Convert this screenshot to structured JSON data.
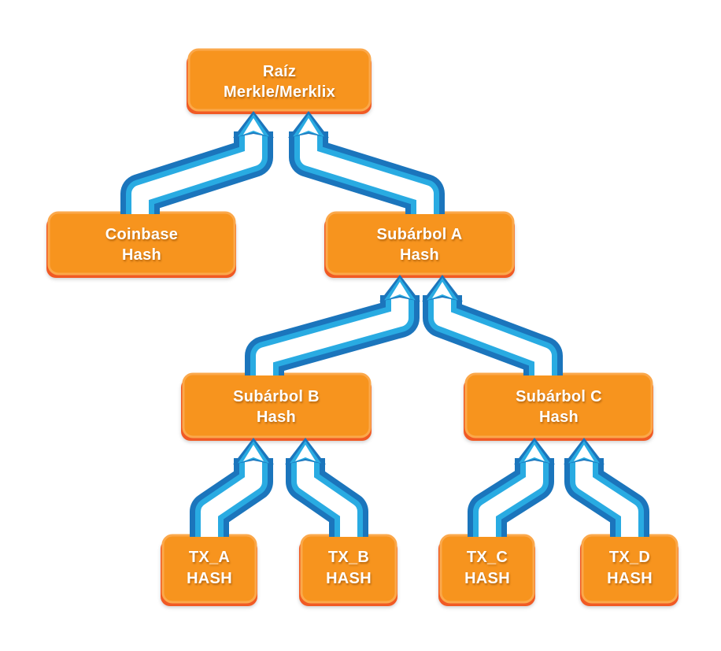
{
  "diagram": {
    "background": "#FFFFFF",
    "colors": {
      "node_fill": "#F7941E",
      "node_highlight": "#FBA84B",
      "node_shadow": "#F15A24",
      "arrow_outline": "#1B75BC",
      "arrow_inner": "#29ABE2",
      "arrow_core": "#FFFFFF",
      "label_color": "#FFFFFF"
    },
    "nodes": {
      "root": {
        "line1": "Raíz",
        "line2": "Merkle/Merklix"
      },
      "coinbase": {
        "line1": "Coinbase",
        "line2": "Hash"
      },
      "sub_a": {
        "line1": "Subárbol A",
        "line2": "Hash"
      },
      "sub_b": {
        "line1": "Subárbol B",
        "line2": "Hash"
      },
      "sub_c": {
        "line1": "Subárbol C",
        "line2": "Hash"
      },
      "tx_a": {
        "line1": "TX_A",
        "line2": "HASH"
      },
      "tx_b": {
        "line1": "TX_B",
        "line2": "HASH"
      },
      "tx_c": {
        "line1": "TX_C",
        "line2": "HASH"
      },
      "tx_d": {
        "line1": "TX_D",
        "line2": "HASH"
      }
    },
    "edges": [
      {
        "from": "coinbase",
        "to": "root"
      },
      {
        "from": "sub_a",
        "to": "root"
      },
      {
        "from": "sub_b",
        "to": "sub_a"
      },
      {
        "from": "sub_c",
        "to": "sub_a"
      },
      {
        "from": "tx_a",
        "to": "sub_b"
      },
      {
        "from": "tx_b",
        "to": "sub_b"
      },
      {
        "from": "tx_c",
        "to": "sub_c"
      },
      {
        "from": "tx_d",
        "to": "sub_c"
      }
    ]
  }
}
